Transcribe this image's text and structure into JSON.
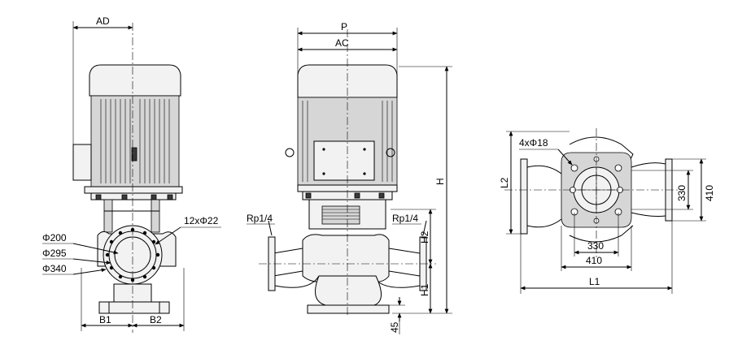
{
  "views": {
    "left": {
      "AD": "AD",
      "holes": "12xΦ22",
      "d1": "Φ200",
      "d2": "Φ295",
      "d3": "Φ340",
      "B1": "B1",
      "B2": "B2"
    },
    "middle": {
      "P": "P",
      "AC": "AC",
      "H": "H",
      "H1": "H1",
      "H2": "H2",
      "rp_left": "Rp1/4",
      "rp_right": "Rp1/4",
      "dim45": "45"
    },
    "right": {
      "holes": "4xΦ18",
      "L1": "L1",
      "L2": "L2",
      "w330": "330",
      "w410": "410",
      "h330": "330",
      "h410": "410"
    }
  }
}
